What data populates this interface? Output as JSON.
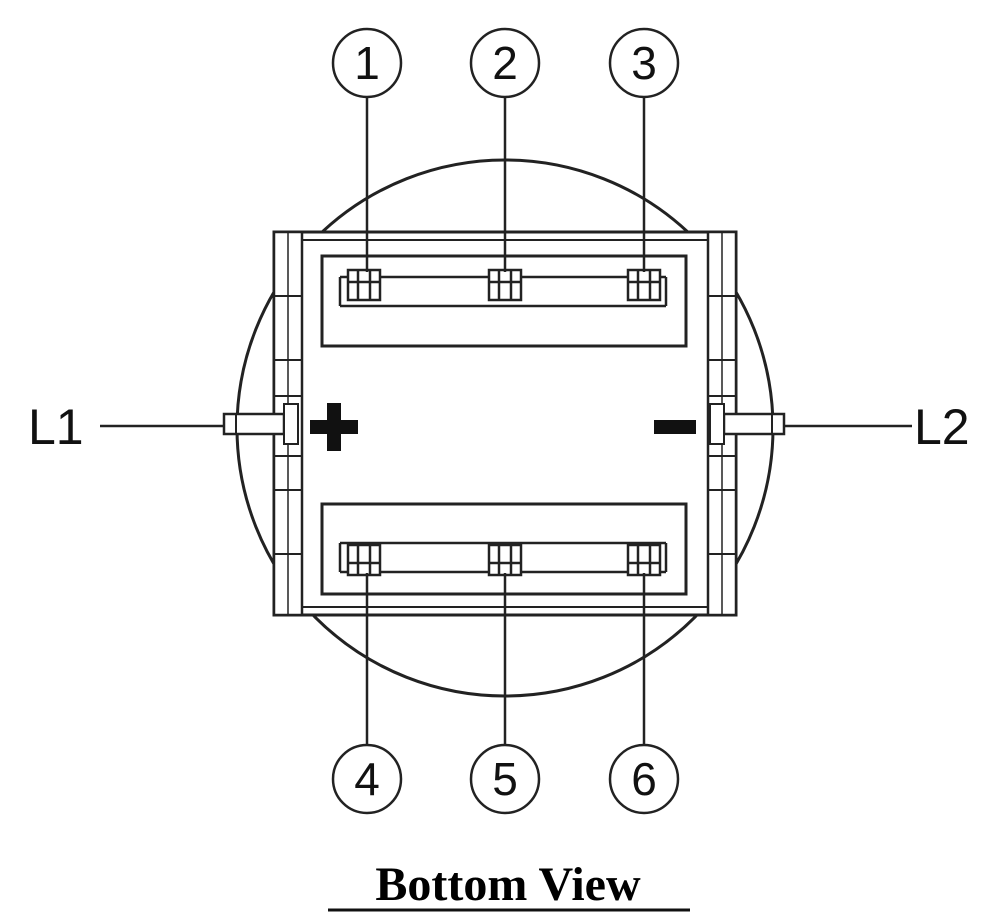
{
  "pins_top": [
    {
      "number": "1"
    },
    {
      "number": "2"
    },
    {
      "number": "3"
    }
  ],
  "pins_bottom": [
    {
      "number": "4"
    },
    {
      "number": "5"
    },
    {
      "number": "6"
    }
  ],
  "leads": {
    "left": "L1",
    "right": "L2"
  },
  "polarity": {
    "positive": "+",
    "negative": "−"
  },
  "title": "Bottom View",
  "colors": {
    "line": "#222222",
    "background": "#ffffff"
  }
}
